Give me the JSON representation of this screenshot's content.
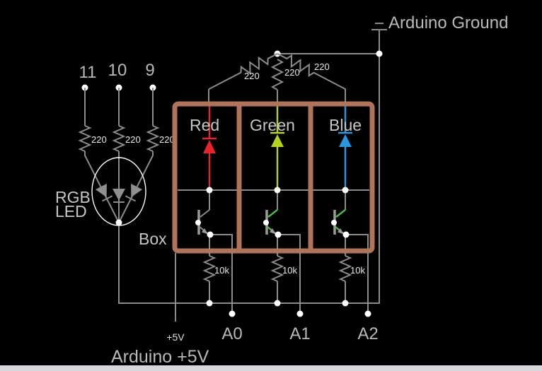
{
  "labels": {
    "arduino_ground": "Arduino Ground",
    "arduino_5v": "Arduino +5V",
    "plus_5v": "+5V",
    "box": "Box",
    "rgb_led_line1": "RGB",
    "rgb_led_line2": "LED"
  },
  "pins": [
    {
      "label": "11"
    },
    {
      "label": "10"
    },
    {
      "label": "9"
    }
  ],
  "pin_resistors": [
    {
      "value": "220"
    },
    {
      "value": "220"
    },
    {
      "value": "220"
    }
  ],
  "top_resistors": [
    {
      "value": "220"
    },
    {
      "value": "220"
    },
    {
      "value": "220"
    }
  ],
  "pulldown_resistors": [
    {
      "value": "10k"
    },
    {
      "value": "10k"
    },
    {
      "value": "10k"
    }
  ],
  "channels": [
    {
      "name": "Red",
      "color": "#e8232b"
    },
    {
      "name": "Green",
      "color": "#b2d41f"
    },
    {
      "name": "Blue",
      "color": "#2898e0"
    }
  ],
  "analog_pins": [
    {
      "label": "A0"
    },
    {
      "label": "A1"
    },
    {
      "label": "A2"
    }
  ],
  "colors": {
    "background": "#000000",
    "wire": "#8c8c8c",
    "box_border": "#b0745a",
    "text": "#b9b9b9",
    "junction_dot": "#ffffff",
    "transistor_accent": "#4bbf42",
    "bottom_bar": "#d6d8db"
  }
}
